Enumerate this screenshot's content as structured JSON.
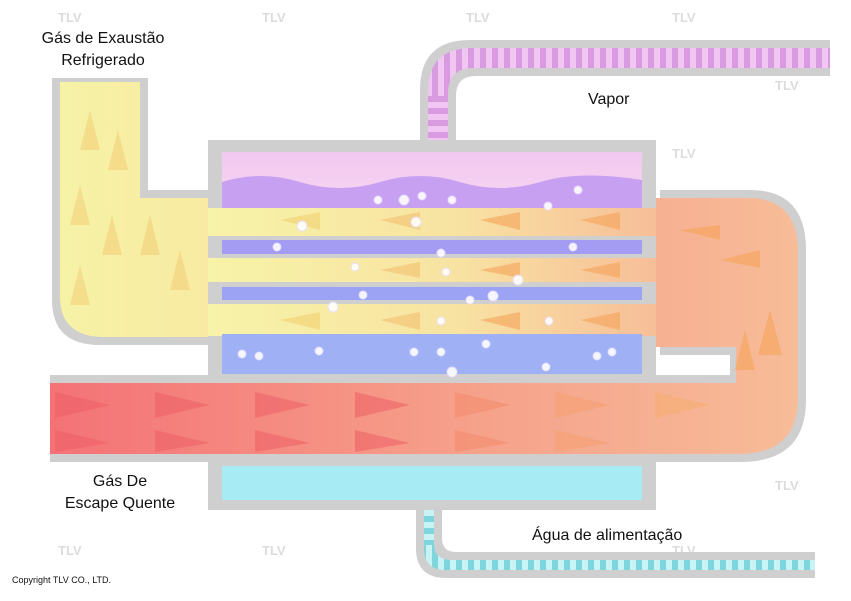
{
  "labels": {
    "cooled_exhaust_line1": "Gás de Exaustão",
    "cooled_exhaust_line2": "Refrigerado",
    "steam": "Vapor",
    "hot_exhaust_line1": "Gás De",
    "hot_exhaust_line2": "Escape Quente",
    "feedwater": "Água de alimentação"
  },
  "copyright": "Copyright TLV CO., LTD.",
  "watermark": "TLV",
  "colors": {
    "frame": "#cfcfcf",
    "hot_gas": "#f4787a",
    "warm_gas": "#f7c39a",
    "cool_gas": "#f7f0a5",
    "steam_pipe": "#e6b3ec",
    "water_pipe": "#9fe5ea",
    "steam_drum": "#c9a2f3",
    "water_tube": "#9ea6f5",
    "feedwater_tank": "#a6ecf5"
  }
}
